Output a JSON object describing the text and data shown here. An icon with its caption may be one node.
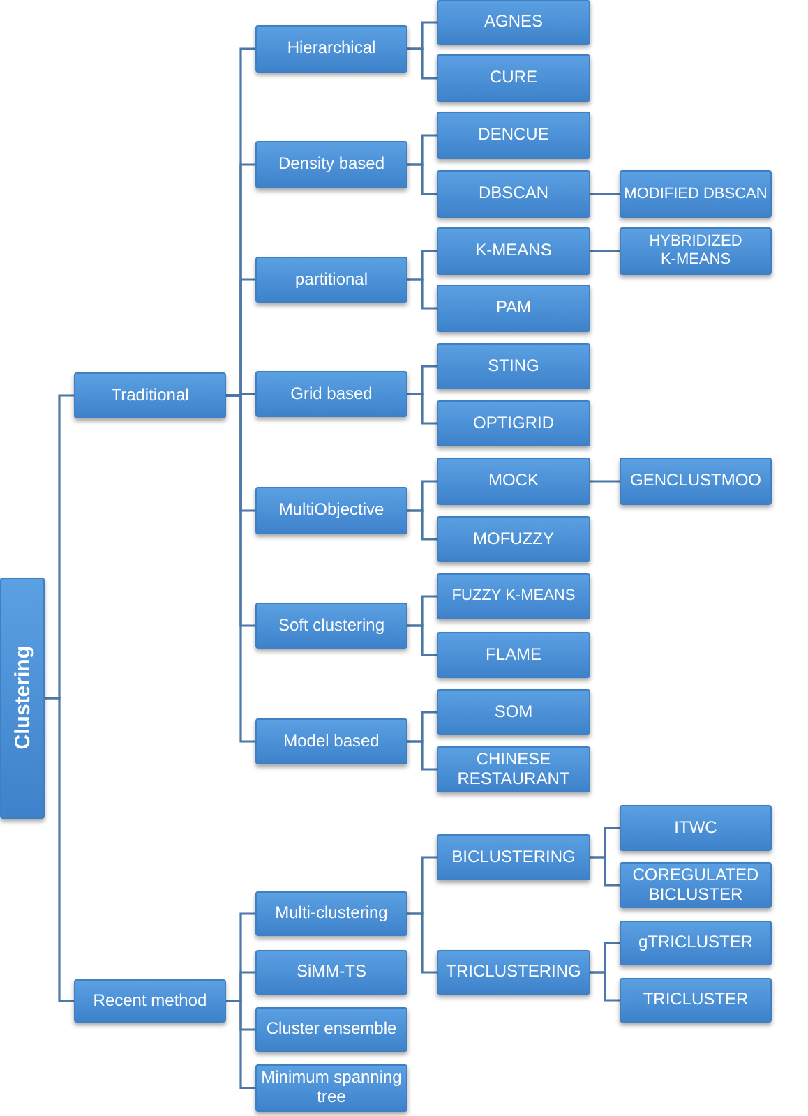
{
  "diagram": {
    "nodes": [
      {
        "text": [
          "Clustering"
        ]
      },
      {
        "text": [
          "Traditional"
        ]
      },
      {
        "text": [
          "Hierarchical"
        ]
      },
      {
        "text": [
          "AGNES"
        ]
      },
      {
        "text": [
          "CURE"
        ]
      },
      {
        "text": [
          "Density based"
        ]
      },
      {
        "text": [
          "DENCUE"
        ]
      },
      {
        "text": [
          "DBSCAN"
        ]
      },
      {
        "text": [
          "MODIFIED DBSCAN"
        ]
      },
      {
        "text": [
          "partitional"
        ]
      },
      {
        "text": [
          "K-MEANS"
        ]
      },
      {
        "text": [
          "HYBRIDIZED K-MEANS"
        ]
      },
      {
        "text": [
          "PAM"
        ]
      },
      {
        "text": [
          "Grid based"
        ]
      },
      {
        "text": [
          "STING"
        ]
      },
      {
        "text": [
          "OPTIGRID"
        ]
      },
      {
        "text": [
          "MultiObjective"
        ]
      },
      {
        "text": [
          "MOCK"
        ]
      },
      {
        "text": [
          "GENCLUSTMOO"
        ]
      },
      {
        "text": [
          "MOFUZZY"
        ]
      },
      {
        "text": [
          "Soft clustering"
        ]
      },
      {
        "text": [
          "FUZZY K-MEANS"
        ]
      },
      {
        "text": [
          "FLAME"
        ]
      },
      {
        "text": [
          "Model based"
        ]
      },
      {
        "text": [
          "SOM"
        ]
      },
      {
        "text": [
          "CHINESE RESTAURANT"
        ]
      },
      {
        "text": [
          "Recent method"
        ]
      },
      {
        "text": [
          "Multi-clustering"
        ]
      },
      {
        "text": [
          "BICLUSTERING"
        ]
      },
      {
        "text": [
          "ITWC"
        ]
      },
      {
        "text": [
          "COREGULATED BICLUSTER"
        ]
      },
      {
        "text": [
          "TRICLUSTERING"
        ]
      },
      {
        "text": [
          "gTRICLUSTER"
        ]
      },
      {
        "text": [
          "TRICLUSTER"
        ]
      },
      {
        "text": [
          "SiMM-TS"
        ]
      },
      {
        "text": [
          "Cluster ensemble"
        ]
      },
      {
        "text": [
          "Minimum spanning tree"
        ]
      }
    ],
    "edges": [
      {
        "from": 0,
        "to": 1,
        "arrow": "none"
      },
      {
        "from": 0,
        "to": 26,
        "arrow": "none"
      },
      {
        "from": 1,
        "to": 2,
        "arrow": "none"
      },
      {
        "from": 1,
        "to": 5,
        "arrow": "none"
      },
      {
        "from": 1,
        "to": 9,
        "arrow": "none"
      },
      {
        "from": 1,
        "to": 13,
        "arrow": "none"
      },
      {
        "from": 1,
        "to": 16,
        "arrow": "none"
      },
      {
        "from": 1,
        "to": 20,
        "arrow": "none"
      },
      {
        "from": 1,
        "to": 23,
        "arrow": "none"
      },
      {
        "from": 2,
        "to": 3,
        "arrow": "none"
      },
      {
        "from": 2,
        "to": 4,
        "arrow": "none"
      },
      {
        "from": 5,
        "to": 6,
        "arrow": "none"
      },
      {
        "from": 5,
        "to": 7,
        "arrow": "none"
      },
      {
        "from": 7,
        "to": 8,
        "arrow": "none"
      },
      {
        "from": 9,
        "to": 10,
        "arrow": "none"
      },
      {
        "from": 9,
        "to": 12,
        "arrow": "none"
      },
      {
        "from": 10,
        "to": 11,
        "arrow": "none"
      },
      {
        "from": 13,
        "to": 14,
        "arrow": "none"
      },
      {
        "from": 13,
        "to": 15,
        "arrow": "none"
      },
      {
        "from": 16,
        "to": 17,
        "arrow": "none"
      },
      {
        "from": 16,
        "to": 19,
        "arrow": "none"
      },
      {
        "from": 17,
        "to": 18,
        "arrow": "none"
      },
      {
        "from": 20,
        "to": 21,
        "arrow": "none"
      },
      {
        "from": 20,
        "to": 22,
        "arrow": "none"
      },
      {
        "from": 23,
        "to": 24,
        "arrow": "none"
      },
      {
        "from": 23,
        "to": 25,
        "arrow": "none"
      },
      {
        "from": 26,
        "to": 27,
        "arrow": "none"
      },
      {
        "from": 26,
        "to": 34,
        "arrow": "none"
      },
      {
        "from": 26,
        "to": 35,
        "arrow": "none"
      },
      {
        "from": 26,
        "to": 36,
        "arrow": "none"
      },
      {
        "from": 27,
        "to": 28,
        "arrow": "none"
      },
      {
        "from": 27,
        "to": 31,
        "arrow": "none"
      },
      {
        "from": 28,
        "to": 29,
        "arrow": "none"
      },
      {
        "from": 28,
        "to": 30,
        "arrow": "none"
      },
      {
        "from": 31,
        "to": 32,
        "arrow": "none"
      },
      {
        "from": 31,
        "to": 33,
        "arrow": "none"
      }
    ]
  }
}
